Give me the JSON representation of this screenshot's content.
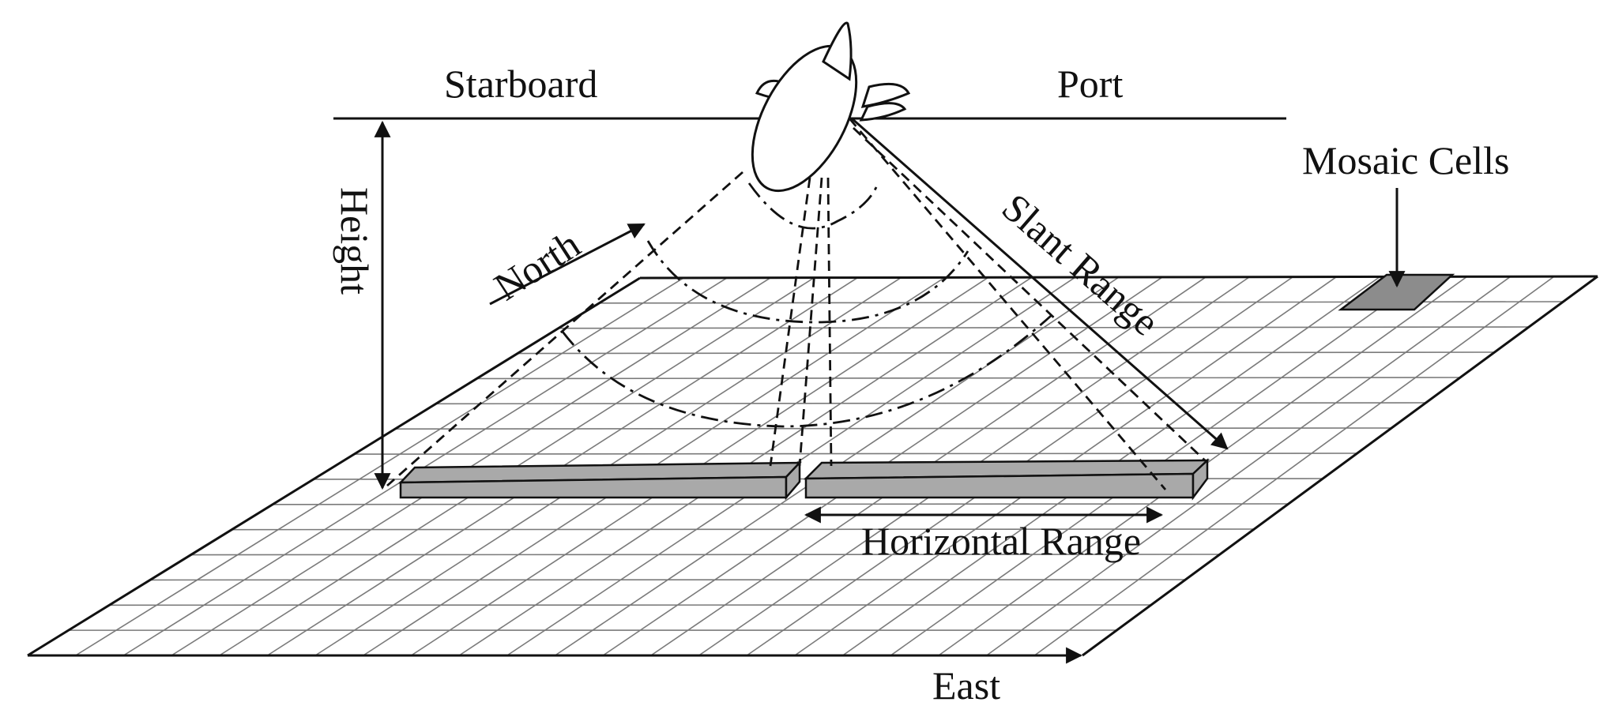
{
  "labels": {
    "starboard": "Starboard",
    "port": "Port",
    "height": "Height",
    "north": "North",
    "slant_range": "Slant Range",
    "mosaic_cells": "Mosaic Cells",
    "horizontal_range": "Horizontal Range",
    "east": "East"
  },
  "colors": {
    "line": "#111111",
    "grid": "#7a7a7a",
    "swath_fill": "#a9a9a9",
    "mosaic_cell_fill": "#8c8c8c",
    "background": "#ffffff"
  },
  "icons": [
    "vehicle-icon"
  ]
}
